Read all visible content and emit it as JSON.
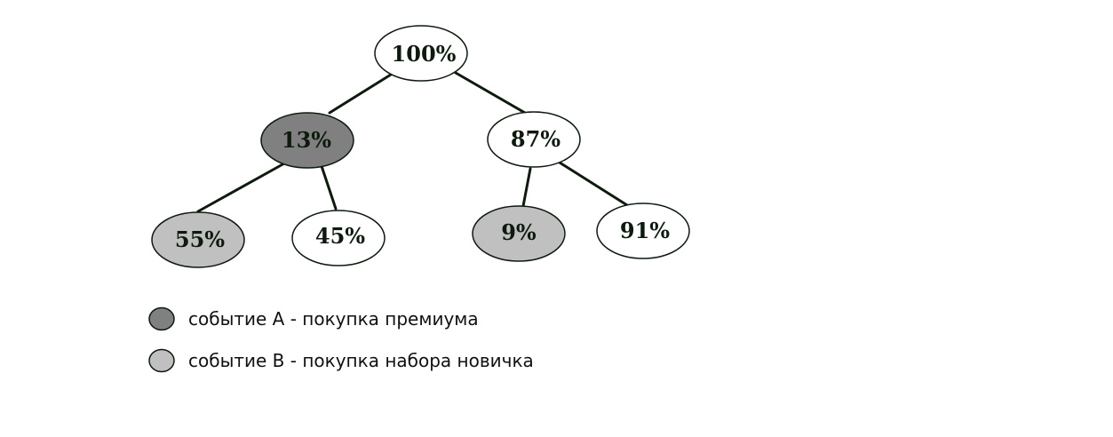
{
  "colors": {
    "event_a": "#808080",
    "event_b": "#c0c0c0",
    "neither": "#ffffff"
  },
  "nodes": {
    "root": {
      "label": "100%",
      "kind": "neither"
    },
    "a": {
      "label": "13%",
      "kind": "event_a"
    },
    "not_a": {
      "label": "87%",
      "kind": "neither"
    },
    "a_b": {
      "label": "55%",
      "kind": "event_b"
    },
    "a_not_b": {
      "label": "45%",
      "kind": "neither"
    },
    "not_a_b": {
      "label": "9%",
      "kind": "event_b"
    },
    "not_a_not_b": {
      "label": "91%",
      "kind": "neither"
    }
  },
  "legend": {
    "event_a": "событие А - покупка премиума",
    "event_b": "событие B - покупка набора новичка"
  }
}
